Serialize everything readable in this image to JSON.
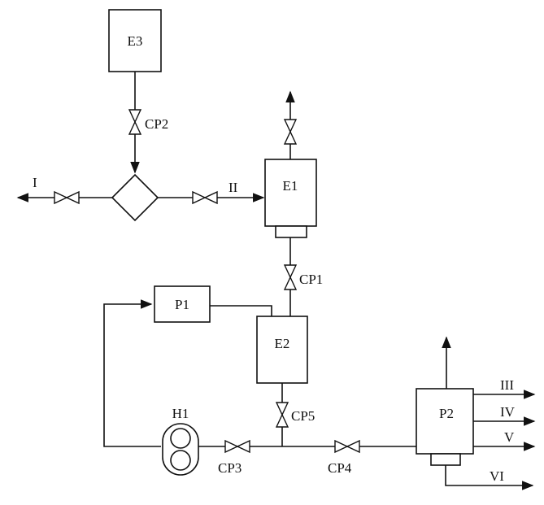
{
  "equipment": {
    "e1": "E1",
    "e2": "E2",
    "e3": "E3",
    "p1": "P1",
    "p2": "P2",
    "h1": "H1"
  },
  "valves": {
    "cp1": "CP1",
    "cp2": "CP2",
    "cp3": "CP3",
    "cp4": "CP4",
    "cp5": "CP5"
  },
  "streams": {
    "s1": "I",
    "s2": "II",
    "s3": "III",
    "s4": "IV",
    "s5": "V",
    "s6": "VI"
  }
}
